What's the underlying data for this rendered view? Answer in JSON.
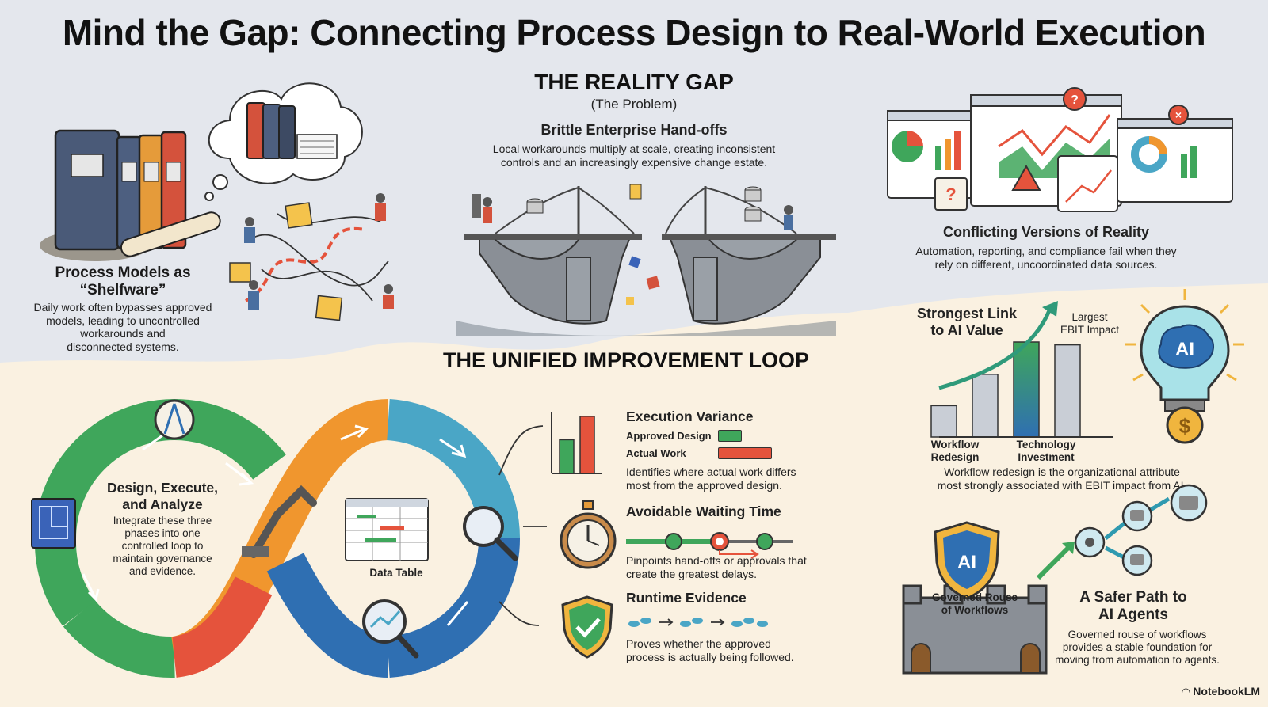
{
  "title": "Mind the Gap: Connecting Process Design to Real-World Execution",
  "reality_gap": {
    "heading": "THE REALITY GAP",
    "subheading": "(The Problem)",
    "handoffs_title": "Brittle Enterprise Hand-offs",
    "handoffs_text_1": "Local workarounds multiply at scale, creating inconsistent",
    "handoffs_text_2": "controls and an increasingly expensive change estate."
  },
  "shelfware": {
    "title_1": "Process Models as",
    "title_2": "“Shelfware”",
    "text_1": "Daily work often bypasses approved",
    "text_2": "models, leading to uncontrolled",
    "text_3": "workarounds and",
    "text_4": "disconnected systems."
  },
  "conflicting": {
    "title": "Conflicting Versions of Reality",
    "text_1": "Automation, reporting, and compliance fail when they",
    "text_2": "rely on different, uncoordinated data sources."
  },
  "loop": {
    "heading": "THE UNIFIED IMPROVEMENT LOOP",
    "center_title_1": "Design, Execute,",
    "center_title_2": "and Analyze",
    "center_text_1": "Integrate these three",
    "center_text_2": "phases into one",
    "center_text_3": "controlled loop to",
    "center_text_4": "maintain governance",
    "center_text_5": "and evidence.",
    "data_table_label": "Data Table"
  },
  "variance": {
    "title": "Execution Variance",
    "legend_approved": "Approved Design",
    "legend_actual": "Actual Work",
    "text_1": "Identifies where actual work differs",
    "text_2": "most from the approved design."
  },
  "waiting": {
    "title": "Avoidable Waiting Time",
    "text_1": "Pinpoints hand-offs or approvals that",
    "text_2": "create the greatest delays."
  },
  "evidence": {
    "title": "Runtime Evidence",
    "text_1": "Proves whether the approved",
    "text_2": "process is actually being followed."
  },
  "ai_value": {
    "title_1": "Strongest Link",
    "title_2": "to AI Value",
    "largest_1": "Largest",
    "largest_2": "EBIT Impact",
    "ai_label": "AI",
    "dollar": "$",
    "xlabel_1a": "Workflow",
    "xlabel_1b": "Redesign",
    "xlabel_2a": "Technology",
    "xlabel_2b": "Investment",
    "text_1": "Workflow redesign is the organizational attribute",
    "text_2": "most strongly associated with EBIT impact from AI."
  },
  "agents": {
    "castle_label_1": "Governed Rouse",
    "castle_label_2": "of Workflows",
    "shield_label": "AI",
    "title_1": "A Safer Path to",
    "title_2": "AI Agents",
    "text_1": "Governed rouse of workflows",
    "text_2": "provides a stable foundation for",
    "text_3": "moving from automation to agents."
  },
  "brand": "NotebookLM",
  "colors": {
    "green": "#3fa65b",
    "orange": "#f0962e",
    "red": "#e5533c",
    "blue": "#2f6fb2",
    "teal": "#4aa6c6",
    "cream": "#faf1e1",
    "grey_bg": "#e4e7ed"
  },
  "ai_chart": {
    "type": "bar",
    "categories": [
      "Workflow Redesign",
      "",
      "Technology Investment",
      ""
    ],
    "values": [
      0.33,
      0.66,
      1.0,
      0.97
    ],
    "note": "relative bar heights; tallest bar marks Largest EBIT Impact"
  },
  "variance_chart": {
    "type": "bar",
    "categories": [
      "Approved Design",
      "Actual Work"
    ],
    "values": [
      0.56,
      0.95
    ]
  }
}
